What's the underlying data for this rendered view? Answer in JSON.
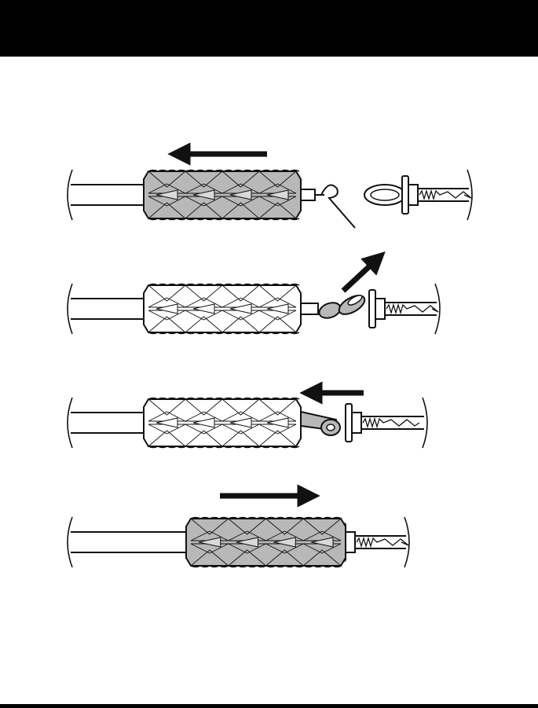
{
  "colors": {
    "header_bar": "#000000",
    "bottom_rule": "#000000",
    "sleeve_fill_shaded": "#b8b8b8",
    "sleeve_fill_plain": "#ffffff",
    "link_fill": "#b8b8b8",
    "stroke": "#111111",
    "arrow": "#111111",
    "background": "#ffffff"
  },
  "steps": [
    {
      "sleeve": "shaded",
      "connection": "separated",
      "arrow": {
        "direction": "left",
        "icon": "arrow-left-icon"
      }
    },
    {
      "sleeve": "plain",
      "connection": "hooking",
      "arrow": {
        "direction": "up-right",
        "icon": "arrow-up-right-icon"
      }
    },
    {
      "sleeve": "plain",
      "connection": "linked",
      "arrow": {
        "direction": "left",
        "icon": "arrow-left-icon"
      }
    },
    {
      "sleeve": "shaded",
      "connection": "covered",
      "arrow": {
        "direction": "right",
        "icon": "arrow-right-icon"
      }
    }
  ]
}
